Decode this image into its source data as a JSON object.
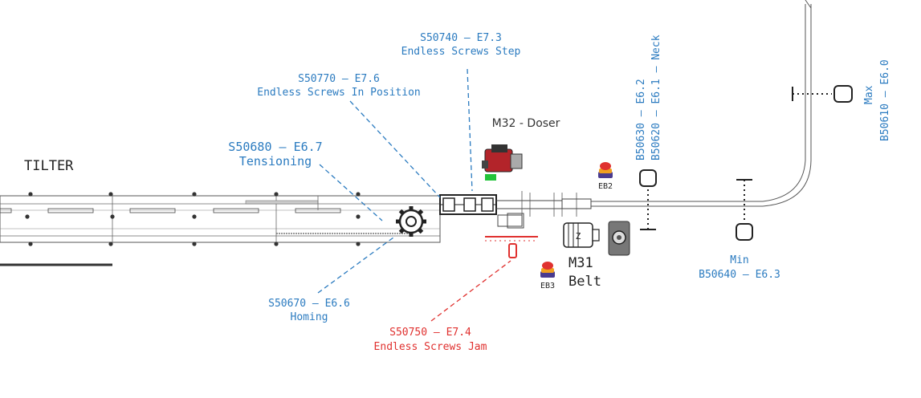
{
  "colors": {
    "blue": "#2b7bc0",
    "red": "#e0312f",
    "line": "#555555",
    "dark": "#222222",
    "green": "#22c43a"
  },
  "labels": {
    "tilter": "TILTER",
    "s50740_code": "S50740 – E7.3",
    "s50740_desc": "Endless Screws Step",
    "s50770_code": "S50770 – E7.6",
    "s50770_desc": "Endless Screws In Position",
    "s50680_code": "S50680 – E6.7",
    "s50680_desc": "Tensioning",
    "s50670_code": "S50670 – E6.6",
    "s50670_desc": "Homing",
    "s50750_code": "S50750 – E7.4",
    "s50750_desc": "Endless Screws Jam",
    "m32": "M32 - Doser",
    "m31_code": "M31",
    "m31_desc": "Belt",
    "eb2": "EB2",
    "eb3": "EB3",
    "b50630": "B50630 – E6.2",
    "b50620": "B50620 – E6.1 – Neck",
    "min_label": "Min",
    "b50640": "B50640 – E6.3",
    "max_label": "Max",
    "b50610": "B50610 – E6.0"
  },
  "icons": {
    "doser": "doser-motor-icon",
    "belt_motor": "belt-motor-icon",
    "drive": "drive-unit-icon",
    "gear": "gear-icon",
    "estop": "emergency-button-icon"
  }
}
